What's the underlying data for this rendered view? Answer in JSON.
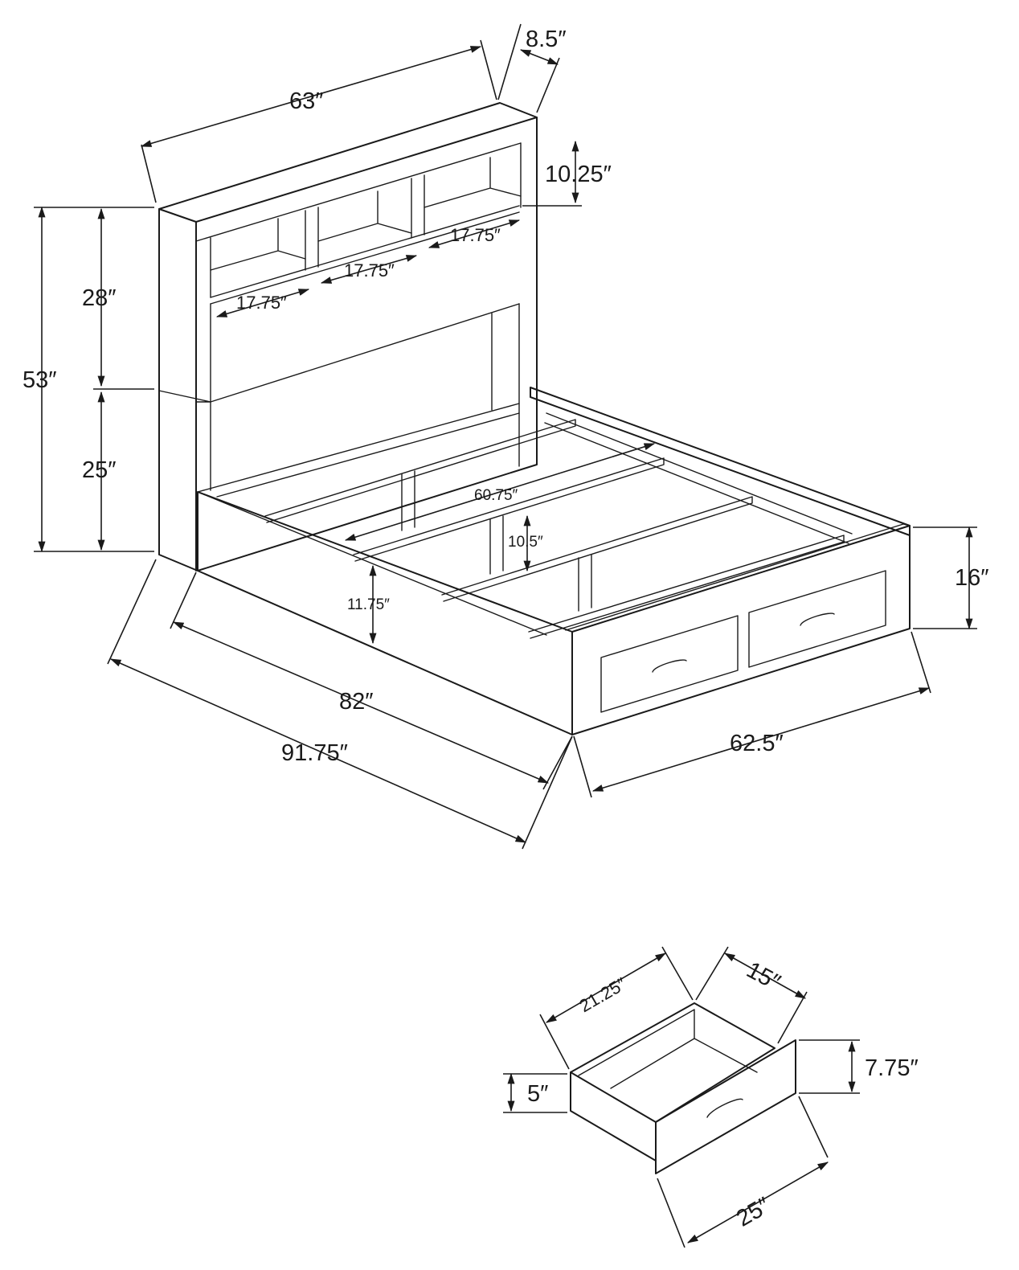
{
  "bed": {
    "headboard_width": "63″",
    "headboard_depth": "8.5″",
    "top_shelf_height": "10.25″",
    "shelf_width_1": "17.75″",
    "shelf_width_2": "17.75″",
    "shelf_width_3": "17.75″",
    "total_height": "53″",
    "upper_headboard_height": "28″",
    "lower_headboard_height": "25″",
    "inner_width": "60.75″",
    "rail_height": "10.5″",
    "side_rail_height": "11.75″",
    "footboard_height": "16″",
    "inner_length": "82″",
    "overall_length": "91.75″",
    "overall_width": "62.5″"
  },
  "drawer": {
    "depth": "21.25″",
    "side_width": "15″",
    "front_height": "7.75″",
    "side_height": "5″",
    "front_width": "25″"
  }
}
